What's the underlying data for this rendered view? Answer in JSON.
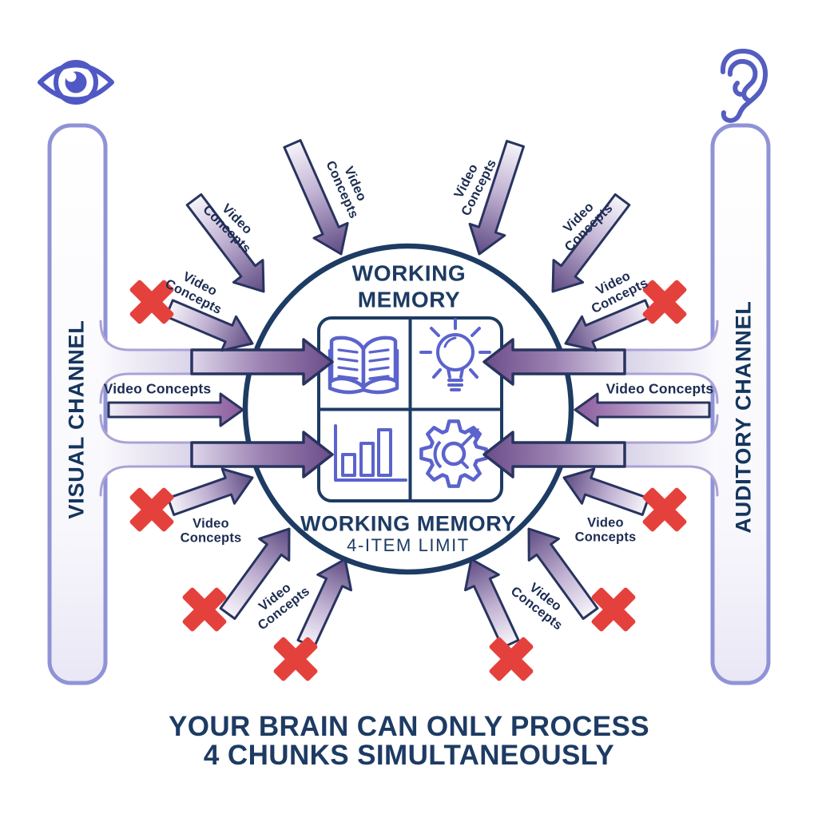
{
  "channels": {
    "visual": {
      "label": "VISUAL CHANNEL",
      "icon": "eye-icon"
    },
    "auditory": {
      "label": "AUDITORY CHANNEL",
      "icon": "ear-icon"
    }
  },
  "working_memory": {
    "top_label": "WORKING MEMORY",
    "bottom_label": "WORKING MEMORY",
    "limit_label": "4-ITEM LIMIT",
    "slots": [
      "book-icon",
      "lightbulb-icon",
      "bar-chart-icon",
      "gear-icon"
    ]
  },
  "arrow_labels": [
    {
      "text": "Video Concepts"
    },
    {
      "text": "Video Concepts"
    },
    {
      "text": "Video Concepts"
    },
    {
      "text": "Video Concepts"
    },
    {
      "text": "Video Concepts"
    },
    {
      "text": "Video Concepts"
    },
    {
      "text": "Video Concepts"
    },
    {
      "text": "Video Concepts"
    },
    {
      "text": "Video Concepts"
    },
    {
      "text": "Video Concepts"
    },
    {
      "text": "Video Concepts"
    },
    {
      "text": "Video Concepts"
    }
  ],
  "headline": {
    "line1": "YOUR BRAIN CAN ONLY PROCESS",
    "line2": "4 CHUNKS SIMULTANEOUSLY"
  },
  "colors": {
    "navy": "#1d3b63",
    "periwinkle": "#5b63cc",
    "arrow_dark_purple": "#5f4b83",
    "arrow_light": "#f6f4fa",
    "bar_border": "#8f93d6",
    "x_red": "#e5413c",
    "background": "#ffffff"
  }
}
